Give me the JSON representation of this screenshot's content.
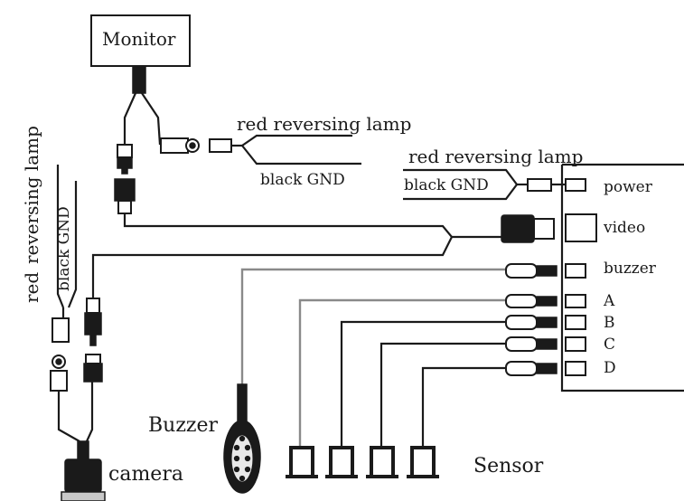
{
  "labels": {
    "monitor": "Monitor",
    "red_reversing_lamp": "red   reversing lamp",
    "black_gnd": "black GND",
    "red": "red",
    "reversing_lamp": "reversing lamp",
    "power": "power",
    "video": "video",
    "buzzer_port": "buzzer",
    "port_a": "A",
    "port_b": "B",
    "port_c": "C",
    "port_d": "D",
    "buzzer": "Buzzer",
    "camera": "camera",
    "sensor": "Sensor"
  },
  "colors": {
    "ink": "#1a1a1a",
    "gray_wire": "#8a8a8a"
  }
}
